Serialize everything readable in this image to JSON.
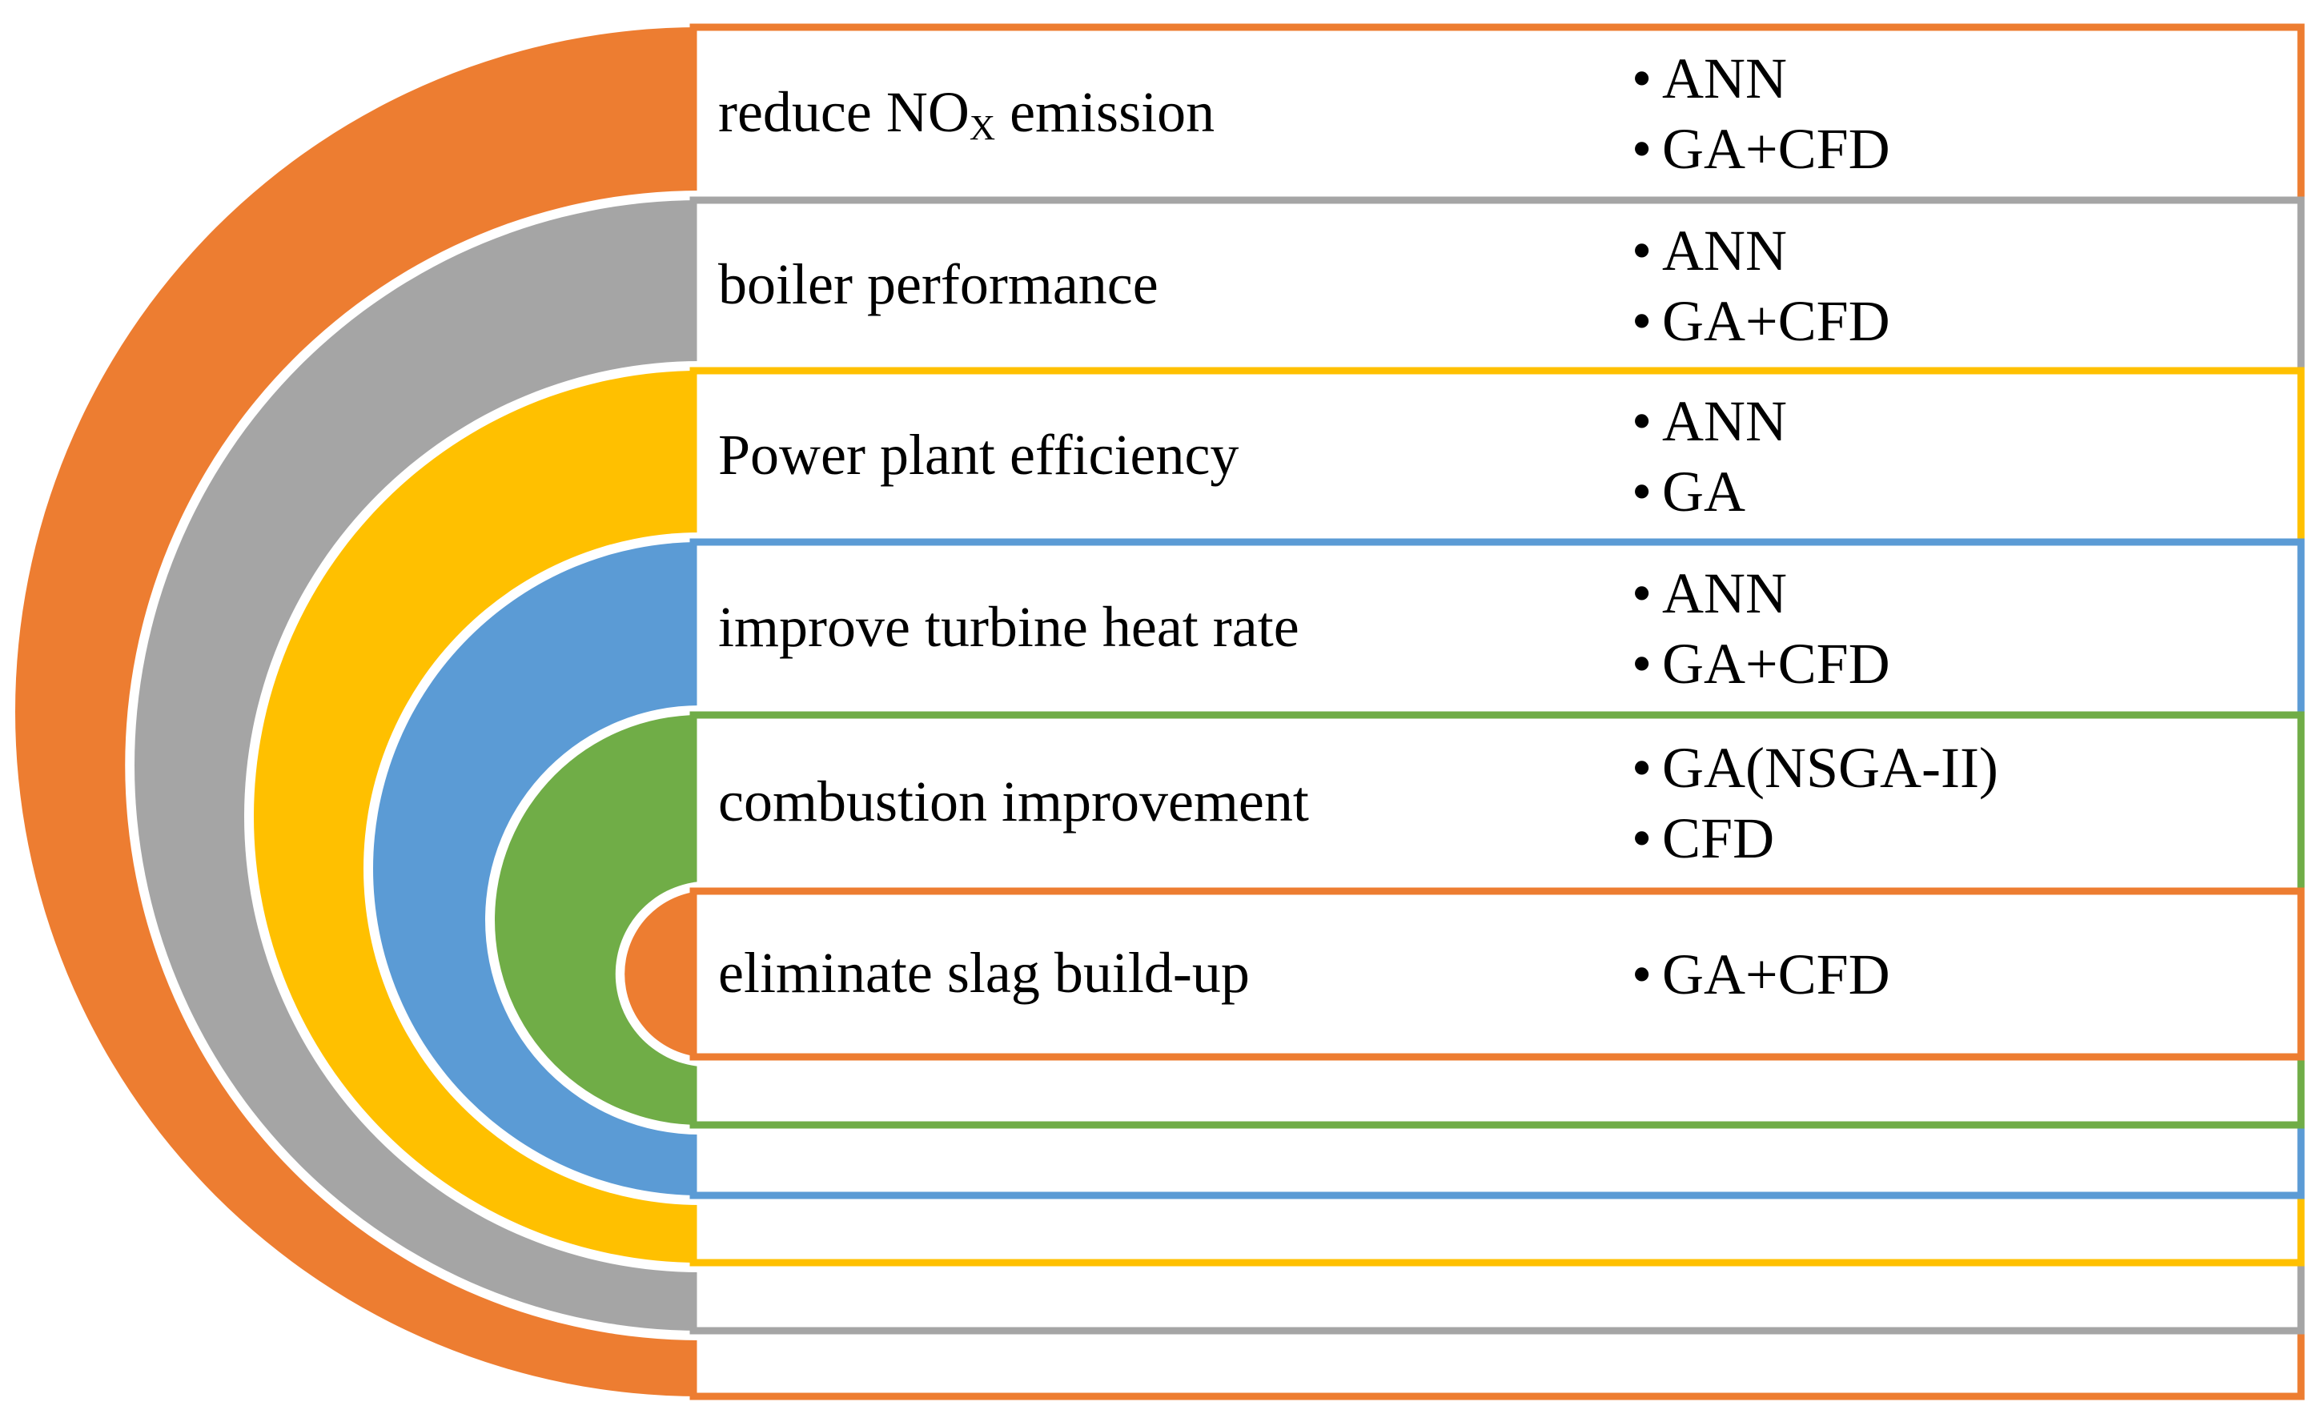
{
  "diagram": {
    "type": "nested-semicircle-smartart",
    "colors": {
      "orange": "#ED7D31",
      "gray": "#A5A5A5",
      "yellow": "#FFC000",
      "blue": "#5B9BD5",
      "green": "#70AD47"
    },
    "glyphs": {
      "bullet": "•"
    },
    "rows": [
      {
        "color_name": "orange",
        "label_pre": "reduce NO",
        "label_sub": "X",
        "label_post": " emission",
        "bullets": [
          "ANN",
          "GA+CFD"
        ]
      },
      {
        "color_name": "gray",
        "label_pre": "boiler performance",
        "label_sub": "",
        "label_post": "",
        "bullets": [
          "ANN",
          "GA+CFD"
        ]
      },
      {
        "color_name": "yellow",
        "label_pre": "Power plant efficiency",
        "label_sub": "",
        "label_post": "",
        "bullets": [
          "ANN",
          "GA"
        ]
      },
      {
        "color_name": "blue",
        "label_pre": "improve turbine heat rate",
        "label_sub": "",
        "label_post": "",
        "bullets": [
          "ANN",
          "GA+CFD"
        ]
      },
      {
        "color_name": "green",
        "label_pre": "combustion improvement",
        "label_sub": "",
        "label_post": "",
        "bullets": [
          "GA(NSGA-II)",
          "CFD"
        ]
      },
      {
        "color_name": "orange",
        "label_pre": "eliminate slag build-up",
        "label_sub": "",
        "label_post": "",
        "bullets": [
          "GA+CFD"
        ]
      }
    ],
    "empty_rows": [
      {
        "color_name": "green"
      },
      {
        "color_name": "blue"
      },
      {
        "color_name": "yellow"
      },
      {
        "color_name": "gray"
      },
      {
        "color_name": "orange"
      }
    ]
  }
}
